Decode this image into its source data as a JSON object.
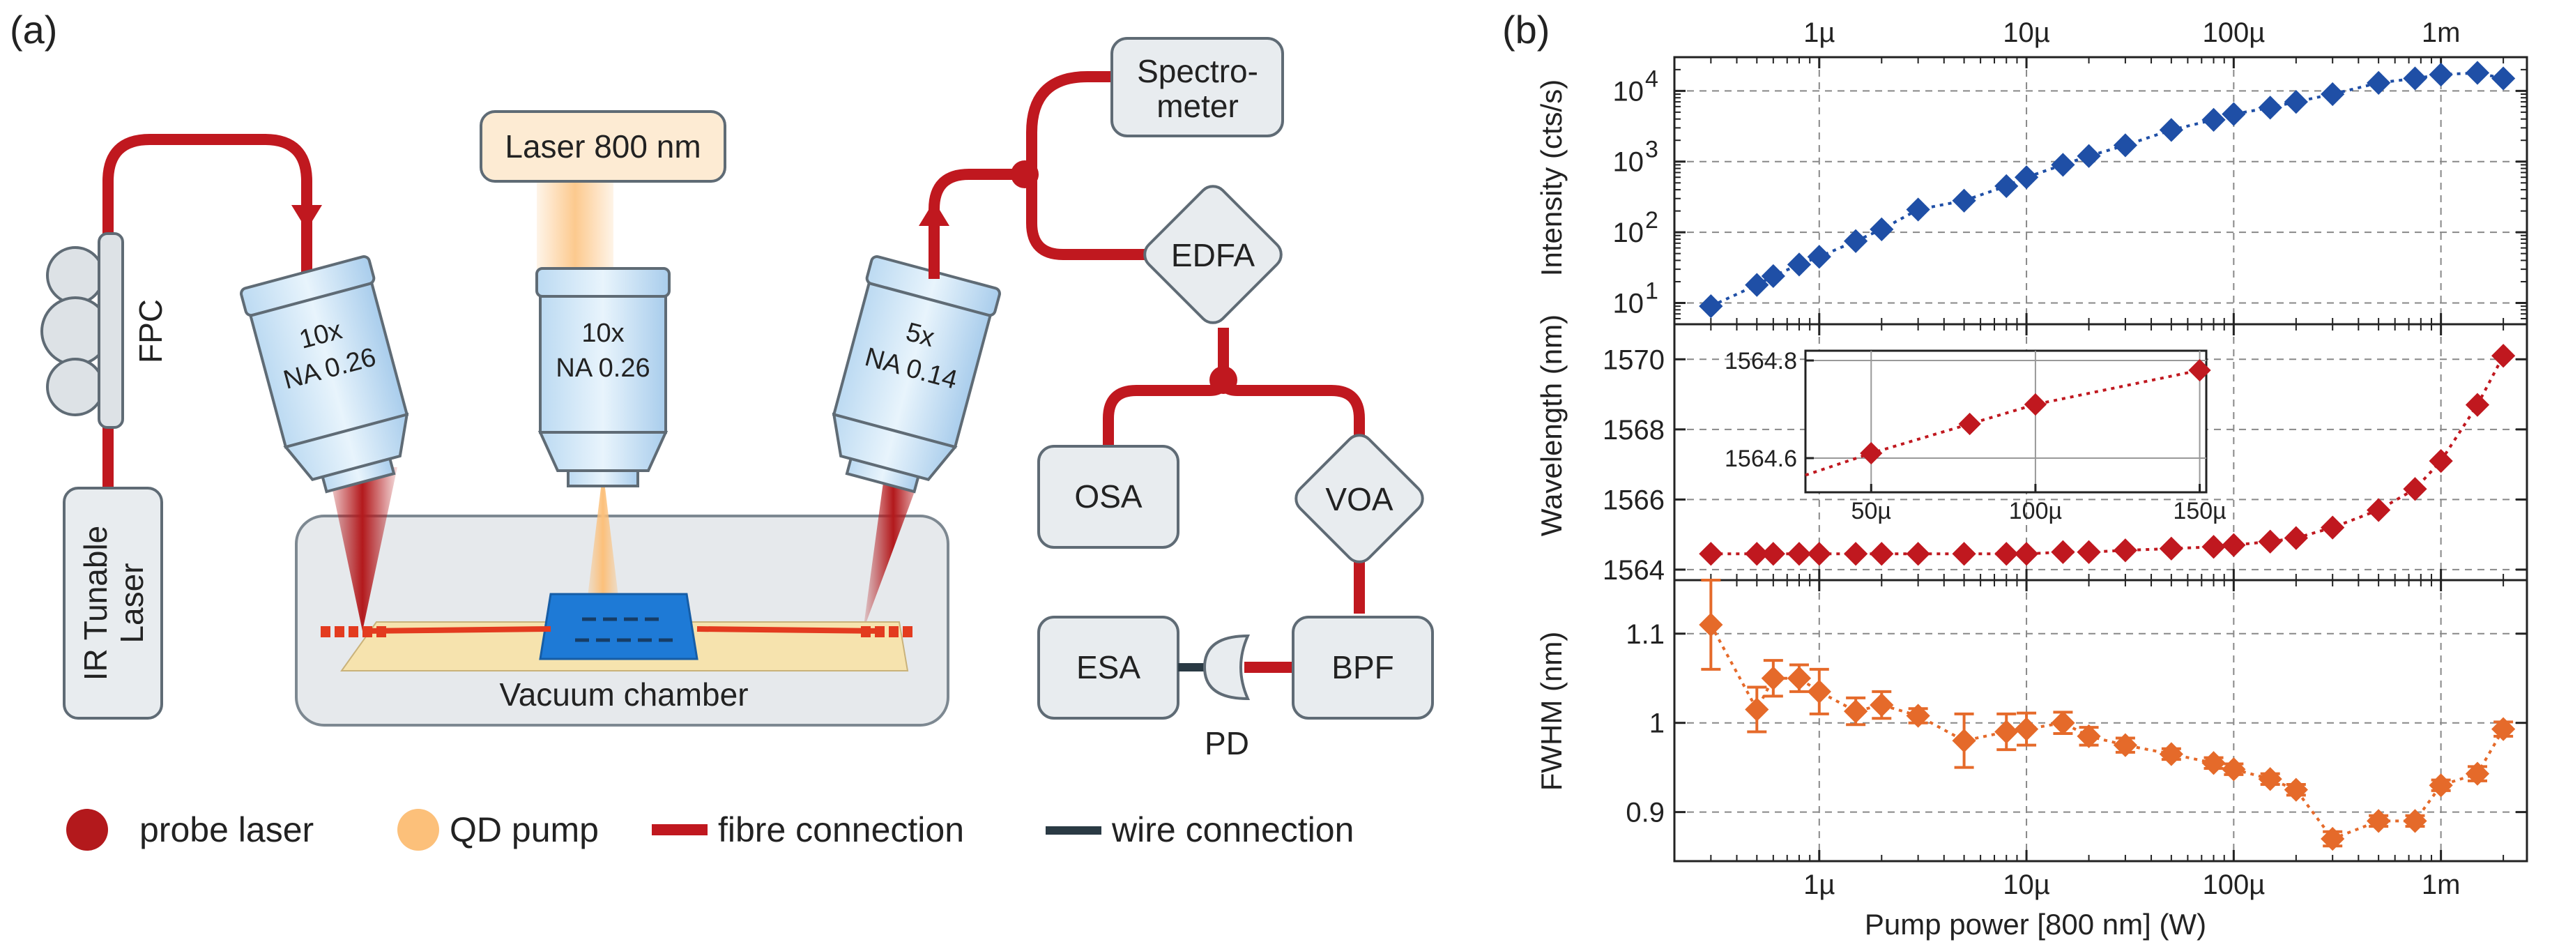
{
  "panel_a": {
    "label": "(a)",
    "laser_box": "Laser 800 nm",
    "spectrometer": [
      "Spectro-",
      "meter"
    ],
    "edfa": "EDFA",
    "osa": "OSA",
    "voa": "VOA",
    "esa": "ESA",
    "bpf": "BPF",
    "pd": "PD",
    "fpc": "FPC",
    "ir_laser": [
      "IR Tunable",
      "Laser"
    ],
    "objectives": [
      {
        "mag": "10x",
        "na": "NA 0.26"
      },
      {
        "mag": "10x",
        "na": "NA 0.26"
      },
      {
        "mag": "5x",
        "na": "NA 0.14"
      }
    ],
    "vacuum": "Vacuum chamber",
    "legend": [
      {
        "label": "probe laser",
        "color": "#b3191c"
      },
      {
        "label": "QD pump",
        "color": "#fcc07a"
      },
      {
        "label": "fibre connection",
        "color": "#c0181f"
      },
      {
        "label": "wire connection",
        "color": "#2a3a44"
      }
    ]
  },
  "panel_b": {
    "label": "(b)",
    "xlabel": "Pump power [800 nm] (W)",
    "xticks": [
      "1µ",
      "10µ",
      "100µ",
      "1m"
    ],
    "xtick_values": [
      1e-06,
      1e-05,
      0.0001,
      0.001
    ],
    "xlim": [
      2e-07,
      0.0026
    ],
    "colors": {
      "intensity": "#1f4fa6",
      "wavelength": "#c0181f",
      "fwhm": "#e56a2a"
    },
    "chart_data": [
      {
        "type": "scatter",
        "ylabel": "Intensity (cts/s)",
        "yscale": "log",
        "ylim": [
          5,
          30000
        ],
        "yticks": [
          "10",
          "10",
          "10",
          "10"
        ],
        "ytick_exp": [
          "1",
          "2",
          "3",
          "4"
        ],
        "ytick_values": [
          10,
          100,
          1000,
          10000
        ],
        "x": [
          3e-07,
          5e-07,
          6e-07,
          8e-07,
          1e-06,
          1.5e-06,
          2e-06,
          3e-06,
          5e-06,
          8e-06,
          1e-05,
          1.5e-05,
          2e-05,
          3e-05,
          5e-05,
          8e-05,
          0.0001,
          0.00015,
          0.0002,
          0.0003,
          0.0005,
          0.00075,
          0.001,
          0.0015,
          0.002
        ],
        "y": [
          9,
          18,
          24,
          35,
          45,
          75,
          110,
          210,
          280,
          450,
          600,
          900,
          1200,
          1700,
          2800,
          3900,
          4700,
          5800,
          7000,
          9000,
          13000,
          15000,
          17000,
          18000,
          15000
        ]
      },
      {
        "type": "scatter",
        "ylabel": "Wavelength (nm)",
        "ylim": [
          1563.7,
          1571.0
        ],
        "yticks": [
          "1564",
          "1566",
          "1568",
          "1570"
        ],
        "ytick_values": [
          1564,
          1566,
          1568,
          1570
        ],
        "x": [
          3e-07,
          5e-07,
          6e-07,
          8e-07,
          1e-06,
          1.5e-06,
          2e-06,
          3e-06,
          5e-06,
          8e-06,
          1e-05,
          1.5e-05,
          2e-05,
          3e-05,
          5e-05,
          8e-05,
          0.0001,
          0.00015,
          0.0002,
          0.0003,
          0.0005,
          0.00075,
          0.001,
          0.0015,
          0.002
        ],
        "y": [
          1564.45,
          1564.45,
          1564.45,
          1564.45,
          1564.45,
          1564.45,
          1564.45,
          1564.45,
          1564.45,
          1564.45,
          1564.45,
          1564.5,
          1564.5,
          1564.55,
          1564.6,
          1564.65,
          1564.7,
          1564.8,
          1564.9,
          1565.2,
          1565.7,
          1566.3,
          1567.1,
          1568.7,
          1570.1
        ],
        "inset": {
          "xlim": [
            3e-05,
            0.000152
          ],
          "ylim": [
            1564.53,
            1564.82
          ],
          "xticks": [
            "50µ",
            "100µ",
            "150µ"
          ],
          "xtick_values": [
            5e-05,
            0.0001,
            0.00015
          ],
          "yticks": [
            "1564.6",
            "1564.8"
          ],
          "ytick_values": [
            1564.6,
            1564.8
          ],
          "x": [
            5e-05,
            8e-05,
            0.0001,
            0.00015
          ],
          "y": [
            1564.61,
            1564.67,
            1564.71,
            1564.78
          ]
        }
      },
      {
        "type": "scatter",
        "ylabel": "FWHM (nm)",
        "ylim": [
          0.845,
          1.16
        ],
        "yticks": [
          "0.9",
          "1",
          "1.1"
        ],
        "ytick_values": [
          0.9,
          1.0,
          1.1
        ],
        "x": [
          3e-07,
          5e-07,
          6e-07,
          8e-07,
          1e-06,
          1.5e-06,
          2e-06,
          3e-06,
          5e-06,
          8e-06,
          1e-05,
          1.5e-05,
          2e-05,
          3e-05,
          5e-05,
          8e-05,
          0.0001,
          0.00015,
          0.0002,
          0.0003,
          0.0005,
          0.00075,
          0.001,
          0.0015,
          0.002
        ],
        "y": [
          1.11,
          1.015,
          1.05,
          1.05,
          1.035,
          1.013,
          1.02,
          1.008,
          0.98,
          0.99,
          0.993,
          1.0,
          0.985,
          0.975,
          0.965,
          0.955,
          0.948,
          0.937,
          0.925,
          0.87,
          0.89,
          0.89,
          0.93,
          0.943,
          0.993
        ],
        "err": [
          0.05,
          0.025,
          0.02,
          0.015,
          0.025,
          0.015,
          0.015,
          0.008,
          0.03,
          0.02,
          0.018,
          0.012,
          0.01,
          0.008,
          0.006,
          0.006,
          0.006,
          0.006,
          0.006,
          0.008,
          0.006,
          0.006,
          0.006,
          0.008,
          0.008
        ]
      }
    ]
  }
}
